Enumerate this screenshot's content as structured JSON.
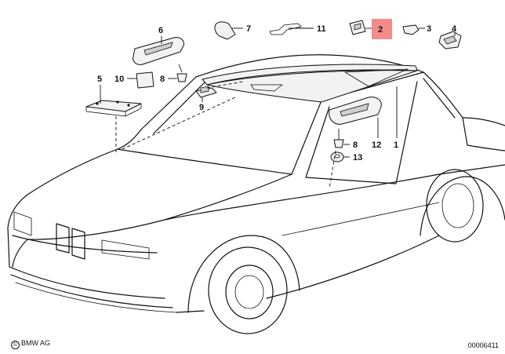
{
  "footer": {
    "copyright_symbol": "©",
    "copyright_text": "BMW AG",
    "document_id": "00006411"
  },
  "highlight_color": "#f48b8b",
  "callouts": [
    {
      "id": "c1",
      "label": "1"
    },
    {
      "id": "c2",
      "label": "2",
      "highlighted": true
    },
    {
      "id": "c3",
      "label": "3"
    },
    {
      "id": "c4",
      "label": "4"
    },
    {
      "id": "c5",
      "label": "5"
    },
    {
      "id": "c6",
      "label": "6"
    },
    {
      "id": "c7",
      "label": "7"
    },
    {
      "id": "c8a",
      "label": "8"
    },
    {
      "id": "c8b",
      "label": "8"
    },
    {
      "id": "c9",
      "label": "9"
    },
    {
      "id": "c10",
      "label": "10"
    },
    {
      "id": "c11",
      "label": "11"
    },
    {
      "id": "c12",
      "label": "12"
    },
    {
      "id": "c13",
      "label": "13"
    }
  ]
}
